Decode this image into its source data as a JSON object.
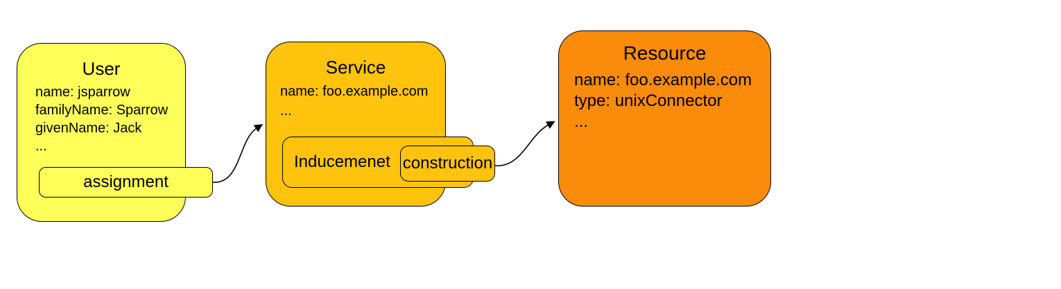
{
  "diagram": {
    "nodes": {
      "user": {
        "title": "User",
        "lines": [
          "name: jsparrow",
          "familyName: Sparrow",
          "givenName: Jack",
          "..."
        ],
        "fill": "#ffff5a",
        "tab_label": "assignment"
      },
      "service": {
        "title": "Service",
        "lines": [
          "name: foo.example.com",
          "..."
        ],
        "fill": "#fdc30d",
        "inner_box_label": "Inducemenet",
        "tab_label": "construction"
      },
      "resource": {
        "title": "Resource",
        "lines": [
          "name: foo.example.com",
          "type: unixConnector",
          "..."
        ],
        "fill": "#fb8b0a"
      }
    },
    "edges": [
      {
        "from": "assignment",
        "to": "Service"
      },
      {
        "from": "construction",
        "to": "Resource"
      }
    ],
    "colors": {
      "user_fill": "#ffff5a",
      "service_fill": "#fdc30d",
      "resource_fill": "#fb8b0a",
      "border": "#000000",
      "background": "#ffffff"
    }
  }
}
